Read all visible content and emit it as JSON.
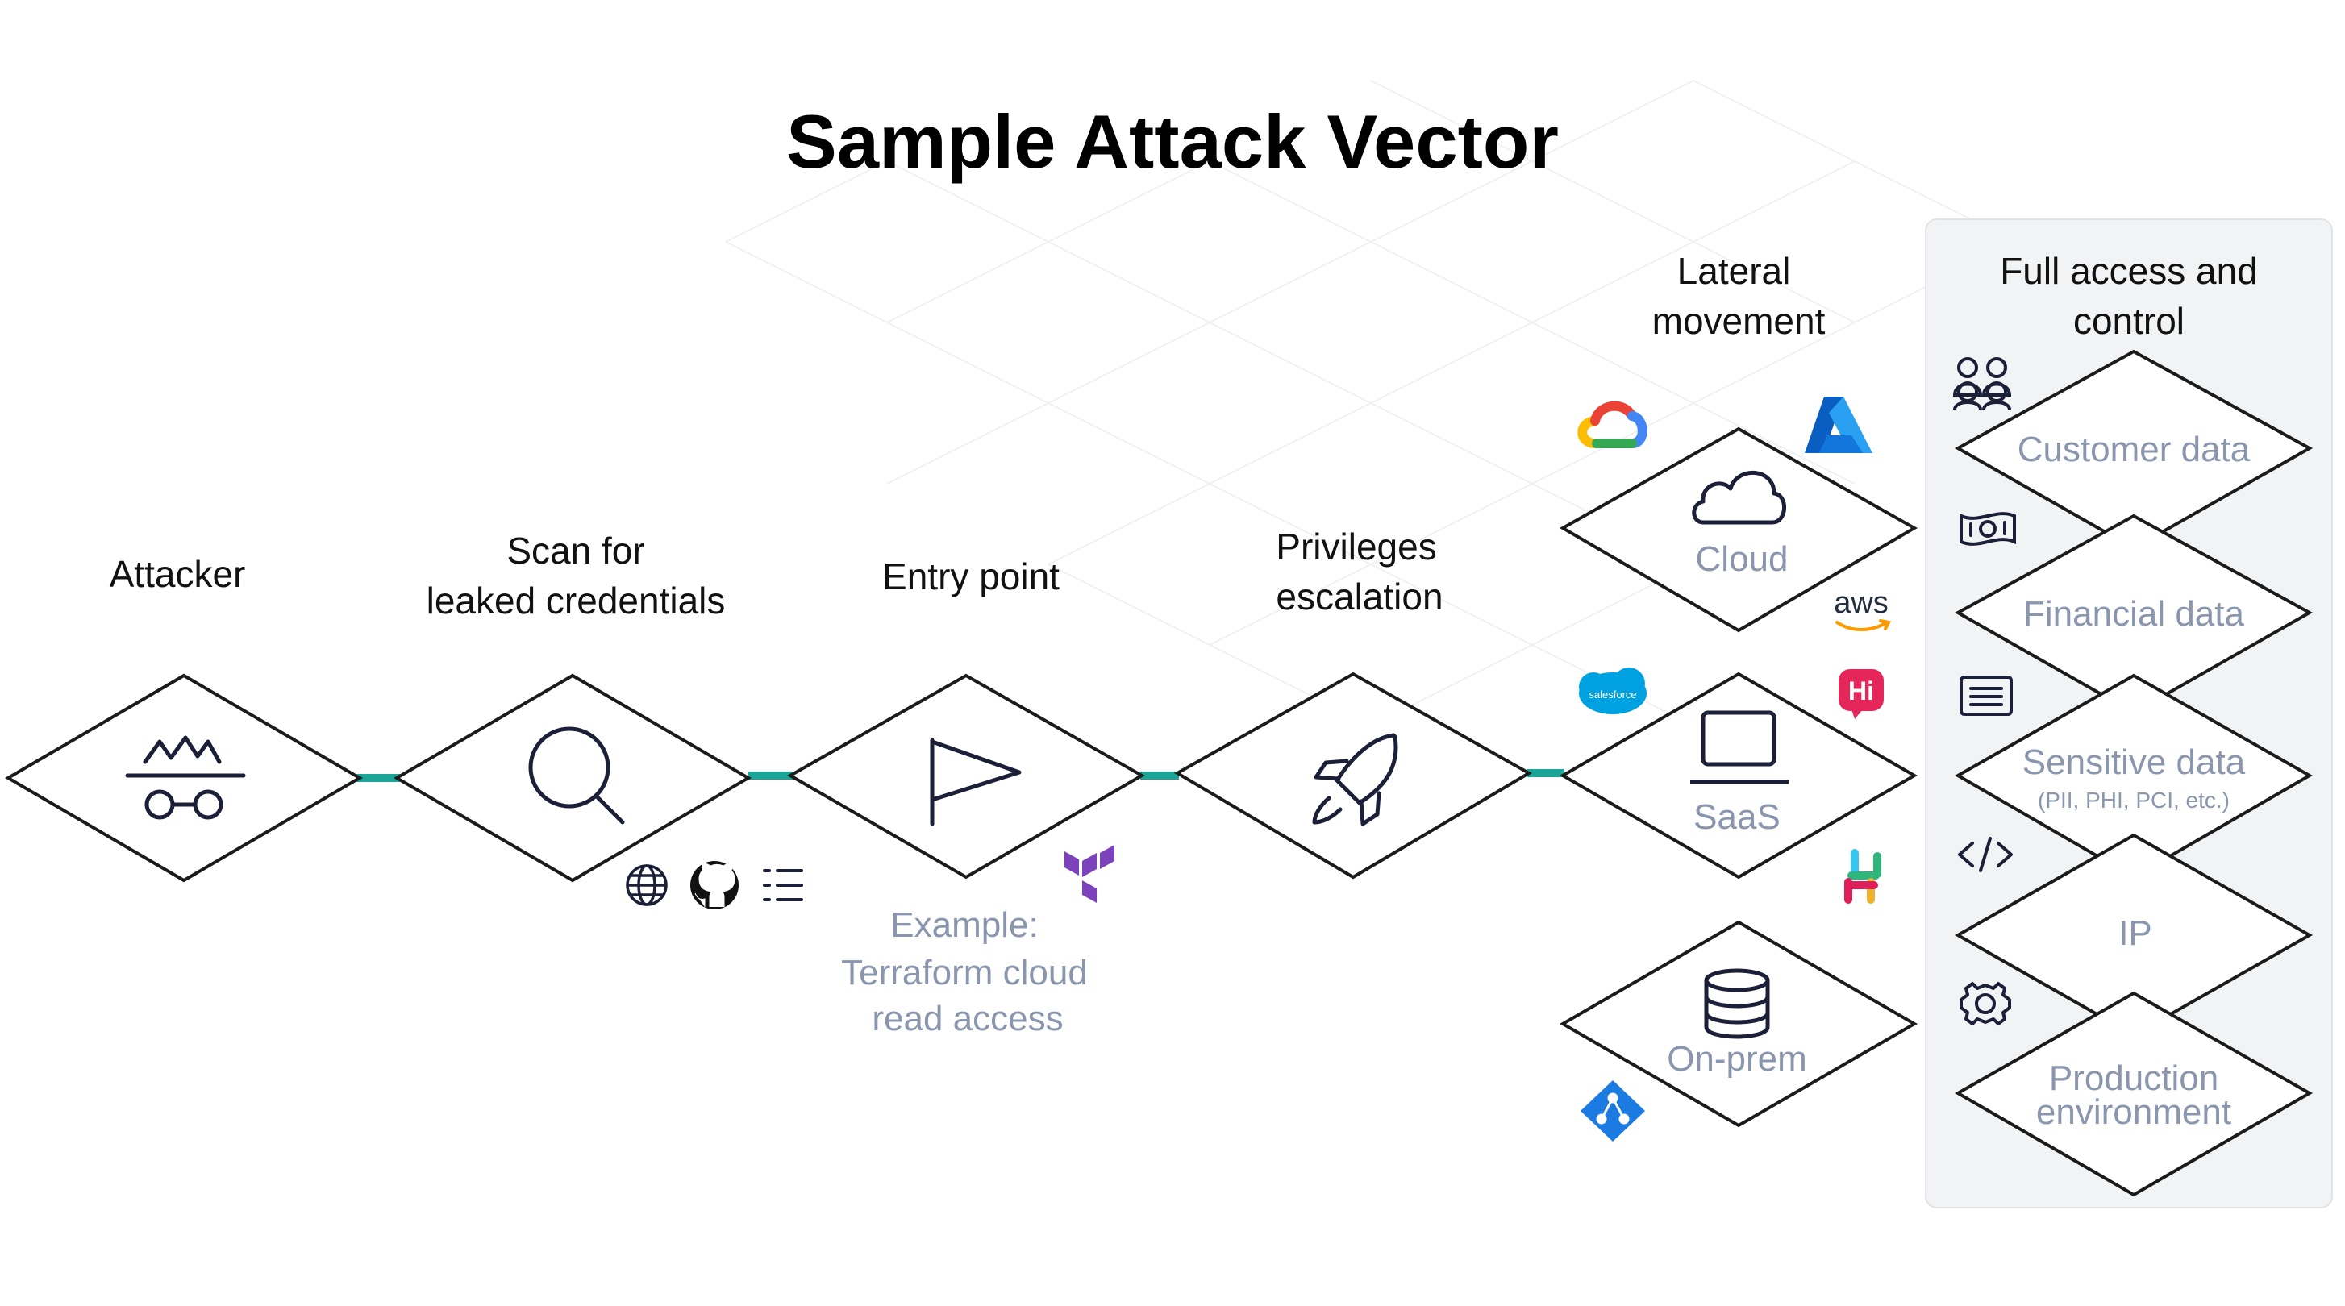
{
  "title": "Sample Attack Vector",
  "stages": {
    "attacker": "Attacker",
    "scan": [
      "Scan for",
      "leaked credentials"
    ],
    "entry": "Entry point",
    "privileges": [
      "Privileges",
      "escalation"
    ],
    "lateral": [
      "Lateral",
      "movement"
    ],
    "full_access": [
      "Full access and",
      "control"
    ]
  },
  "entry_example": [
    "Example:",
    "Terraform cloud",
    "read access"
  ],
  "lateral_targets": {
    "cloud": "Cloud",
    "saas": "SaaS",
    "onprem": "On-prem"
  },
  "logos": {
    "aws": "aws",
    "salesforce": "salesforce",
    "hibob": "Hi"
  },
  "assets": {
    "customer": "Customer data",
    "financial": "Financial data",
    "sensitive": "Sensitive data",
    "sensitive_sub": "(PII, PHI, PCI, etc.)",
    "ip": "IP",
    "production": [
      "Production",
      "environment"
    ]
  },
  "colors": {
    "connector": "#1aa596",
    "label_gray": "#8a96ad",
    "panel_bg": "#f2f3f4",
    "icon_navy": "#1b2038"
  }
}
